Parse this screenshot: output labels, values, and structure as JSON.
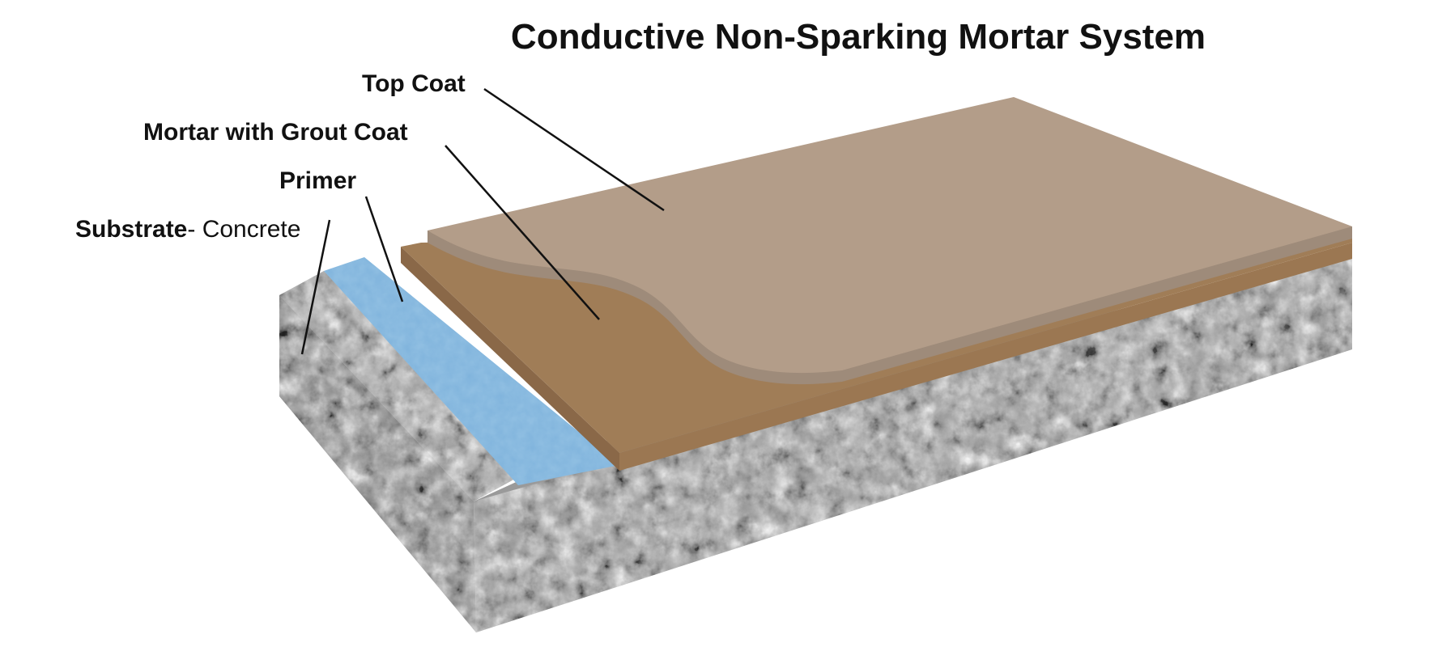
{
  "diagram": {
    "title": "Conductive Non-Sparking Mortar System",
    "labels": {
      "top_coat": "Top Coat",
      "mortar": "Mortar with Grout Coat",
      "primer": "Primer",
      "substrate_bold": "Substrate",
      "substrate_rest": "- Concrete"
    },
    "layers": [
      {
        "name": "Top Coat",
        "color": "#b39d89"
      },
      {
        "name": "Mortar with Grout Coat",
        "color": "#a07d57"
      },
      {
        "name": "Primer",
        "color": "#7fb3dc"
      },
      {
        "name": "Substrate - Concrete",
        "color": "#8f8f8f"
      }
    ]
  }
}
